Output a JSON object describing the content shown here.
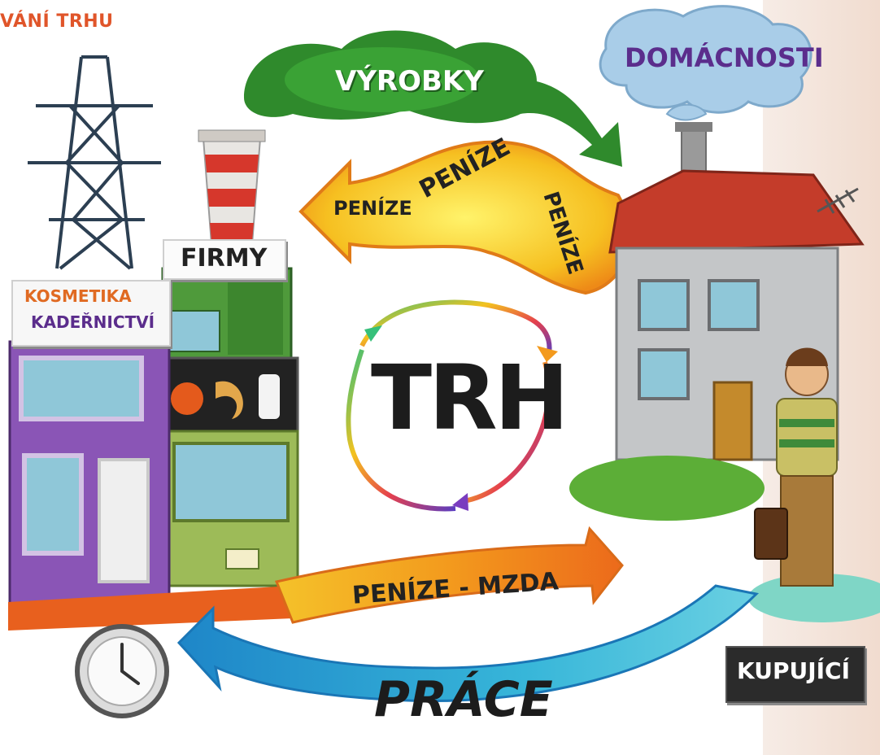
{
  "heading": "VÁNÍ TRHU",
  "labels": {
    "center": "TRH",
    "products": "VÝROBKY",
    "households": "DOMÁCNOSTI",
    "firms": "FIRMY",
    "shop_sign_line1": "KOSMETIKA",
    "shop_sign_line2": "KADEŘNICTVÍ",
    "money_1": "PENÍZE",
    "money_2": "PENÍZE",
    "money_3": "PENÍZE",
    "wage": "PENÍZE - MZDA",
    "labor": "PRÁCE",
    "buyer": "KUPUJÍCÍ"
  },
  "colors": {
    "heading": "#e0552a",
    "smoke": "#2f8a2c",
    "cloud": "#a9cde8",
    "money_flow": "#f6c021",
    "wage_flow": "#f09a1c",
    "labor_flow": "#2aaad8",
    "purple_text": "#5b2d8c",
    "orange_text": "#e06a22"
  },
  "icons": [
    "power-pylon-icon",
    "chimney-icon",
    "clock-icon",
    "briefcase-icon",
    "antenna-icon",
    "cycle-arrows-icon"
  ]
}
